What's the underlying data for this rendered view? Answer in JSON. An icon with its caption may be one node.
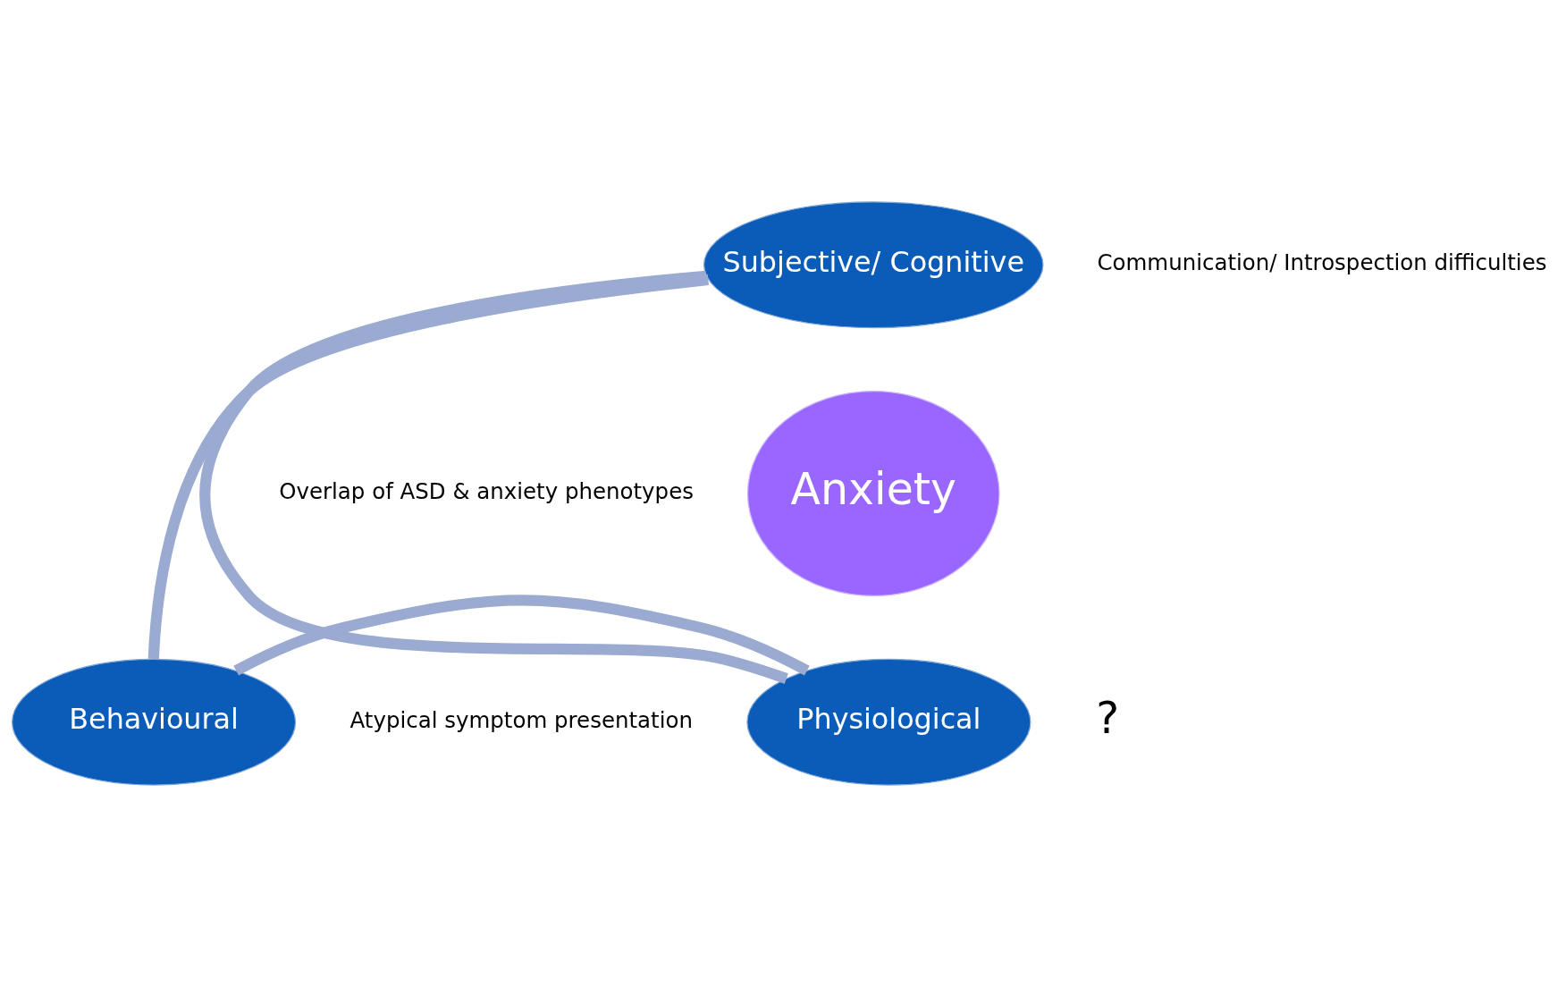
{
  "diagram": {
    "nodes": [
      {
        "text": [
          "Subjective/ Cognitive"
        ],
        "beside": [
          "Communication/ Introspection difficulties"
        ]
      },
      {
        "text": [
          "Anxiety"
        ]
      },
      {
        "text": [
          "Behavioural"
        ],
        "beside": [
          "Atypical symptom presentation"
        ]
      },
      {
        "text": [
          "Physiological"
        ],
        "beside": [
          "?"
        ]
      }
    ],
    "edges": [
      {
        "from": 0,
        "to": 3,
        "arrow": "none"
      },
      {
        "from": 3,
        "to": 2,
        "arrow": "none"
      },
      {
        "from": 2,
        "to": 0,
        "arrow": "none"
      }
    ],
    "labels": [
      "Overlap of ASD & anxiety phenotypes"
    ]
  }
}
